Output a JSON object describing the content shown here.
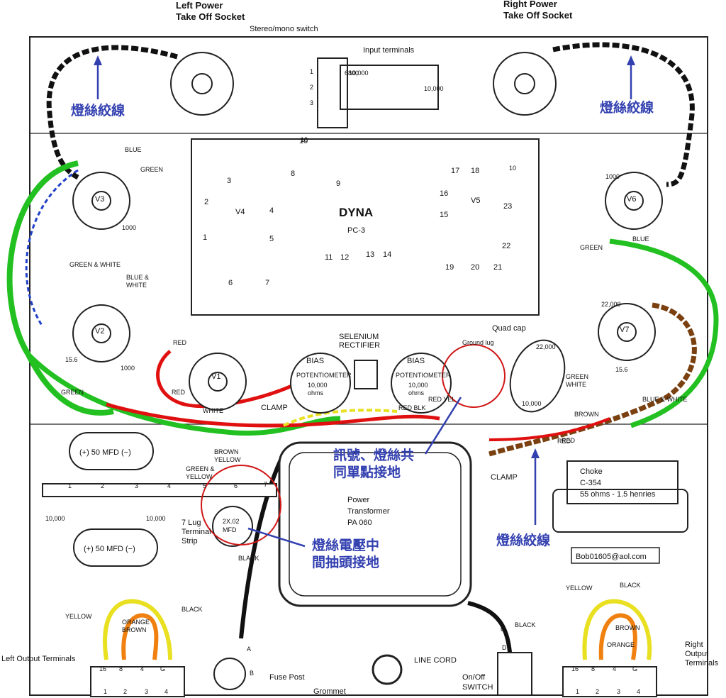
{
  "callouts": {
    "left_power_socket": "Left Power\nTake Off Socket",
    "right_power_socket": "Right Power\nTake Off Socket",
    "stereo_mono_switch": "Stereo/mono switch",
    "input_terminals": "Input terminals",
    "quad_cap": "Quad cap",
    "ground_lug": "Ground lug",
    "selenium_rectifier": "SELENIUM\nRECTIFIER",
    "clamp_left": "CLAMP",
    "clamp_right": "CLAMP",
    "terminal_strip": "7 Lug\nTerminal\nStrip",
    "left_output_terminals": "Left Output Terminals",
    "right_output_terminals": "Right\nOutput\nTerminals",
    "fuse_post": "Fuse Post",
    "grommet": "Grommet",
    "line_cord": "LINE CORD",
    "on_off_switch": "On/Off\nSWITCH",
    "email": "Bob01605@aol.com"
  },
  "board": {
    "name": "DYNA",
    "model": "PC-3"
  },
  "tubes": [
    {
      "label": "V1"
    },
    {
      "label": "V2"
    },
    {
      "label": "V3"
    },
    {
      "label": "V4"
    },
    {
      "label": "V5"
    },
    {
      "label": "V6"
    },
    {
      "label": "V7"
    }
  ],
  "board_terminals": [
    "1",
    "2",
    "3",
    "4",
    "5",
    "6",
    "7",
    "8",
    "9",
    "10",
    "11",
    "12",
    "13",
    "14",
    "15",
    "16",
    "17",
    "18",
    "19",
    "20",
    "21",
    "22",
    "23"
  ],
  "switch_positions": [
    "1",
    "2",
    "3"
  ],
  "potentiometers": [
    {
      "bias": "BIAS",
      "name": "POTENTIOMETER",
      "value": "10,000\nohms"
    },
    {
      "bias": "BIAS",
      "name": "POTENTIOMETER",
      "value": "10,000\nohms"
    }
  ],
  "components": {
    "cap_top": "(+)  50 MFD  (−)",
    "cap_bottom": "(+)  50 MFD  (−)",
    "cap_2x02": "2X.02\nMFD",
    "power_transformer": "Power\nTransformer\nPA 060",
    "choke": "Choke\nC-354\n55 ohms - 1.5 henries"
  },
  "resistors": [
    "10,000",
    "10,000",
    "10,000",
    "10,000",
    "1000",
    "1000",
    "1000",
    "15.6",
    "15.6",
    "10",
    "10",
    "22,000",
    "22,000",
    "10,000",
    "6800"
  ],
  "wire_labels": [
    "BLUE",
    "GREEN",
    "GREEN & WHITE",
    "BLUE &\nWHITE",
    "GREEN",
    "RED",
    "RED",
    "WHITE",
    "RED BLK",
    "RED YEL",
    "BROWN\nYELLOW",
    "GREEN &\nYELLOW",
    "BLACK",
    "RED",
    "GREEN",
    "BLUE",
    "GREEN\nWHITE",
    "BROWN",
    "BLUE & WHITE",
    "RED",
    "YELLOW",
    "ORANGE\nBROWN",
    "BLACK",
    "YELLOW",
    "BLACK",
    "BROWN",
    "ORANGE",
    "BLACK",
    "A",
    "B",
    "C",
    "D"
  ],
  "strip_lugs": [
    "1",
    "2",
    "3",
    "4",
    "5",
    "6",
    "7"
  ],
  "output_terminals": {
    "left": [
      "16",
      "8",
      "4",
      "G"
    ],
    "right": [
      "16",
      "8",
      "4",
      "G"
    ],
    "numbers": [
      "1",
      "2",
      "3",
      "4"
    ]
  },
  "notes": {
    "heater_twist_tl": "燈絲絞線",
    "heater_twist_tr": "燈絲絞線",
    "heater_twist_br": "燈絲絞線",
    "single_point_ground": "訊號、燈絲共\n同單點接地",
    "center_tap_ground": "燈絲電壓中\n間抽頭接地"
  },
  "colors": {
    "note_blue": "#3340b0",
    "circle_red": "#d01818",
    "wire_red": "#e01010",
    "wire_green": "#22c020",
    "wire_blue": "#2040c8",
    "wire_brown": "#7a4010",
    "wire_yellow": "#e8e020",
    "wire_orange": "#f08010",
    "wire_black": "#111111"
  }
}
